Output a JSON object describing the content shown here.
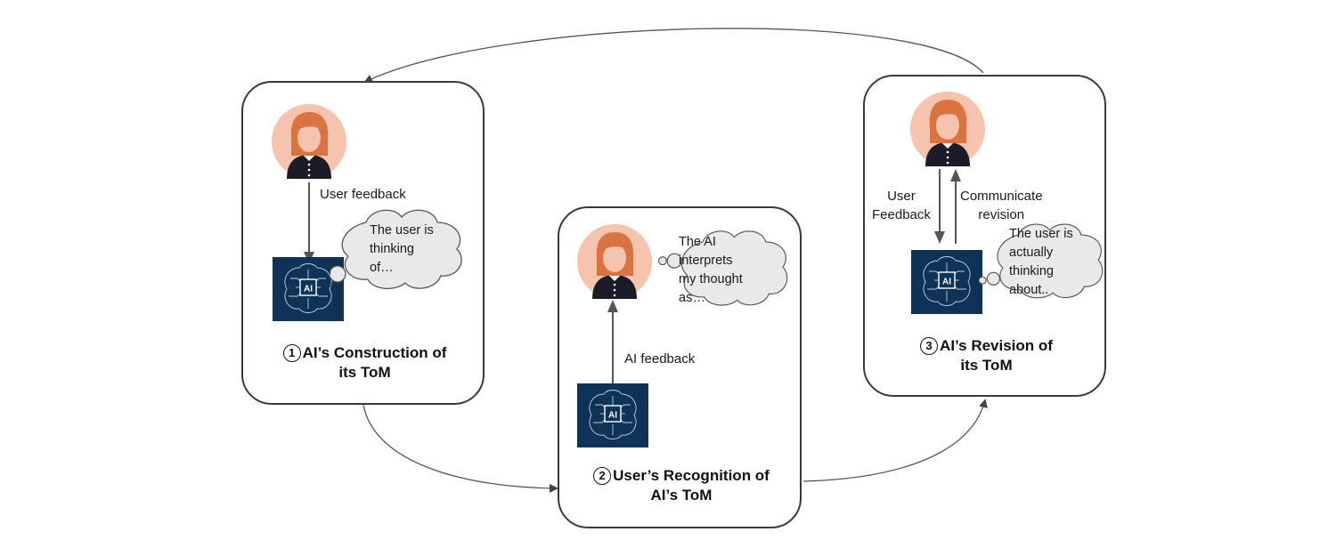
{
  "stages": [
    {
      "number": "1",
      "title_line1": "AI’s Construction of",
      "title_line2": "its ToM",
      "arrow_label": "User feedback",
      "thought": [
        "The user is",
        "thinking",
        "of…"
      ]
    },
    {
      "number": "2",
      "title_line1": "User’s Recognition of",
      "title_line2": "AI’s ToM",
      "arrow_label": "AI feedback",
      "thought": [
        "The AI",
        "interprets",
        "my thought",
        "as…"
      ]
    },
    {
      "number": "3",
      "title_line1": "AI’s Revision of",
      "title_line2": "its ToM",
      "arrow_label_down": [
        "User",
        "Feedback"
      ],
      "arrow_label_up": [
        "Communicate",
        "revision"
      ],
      "thought": [
        "The user is",
        "actually",
        "thinking",
        "about.."
      ]
    }
  ],
  "chip_label": "AI",
  "icons": [
    "user-avatar-icon",
    "ai-brain-chip-icon",
    "thought-cloud-icon"
  ],
  "colors": {
    "avatar_bg": "#f6c3ae",
    "hair": "#d9733f",
    "shirt": "#1c1c28",
    "chip_bg": "#0f3257",
    "cloud_fill": "#e9e9e9",
    "border": "#3a3a3a"
  }
}
